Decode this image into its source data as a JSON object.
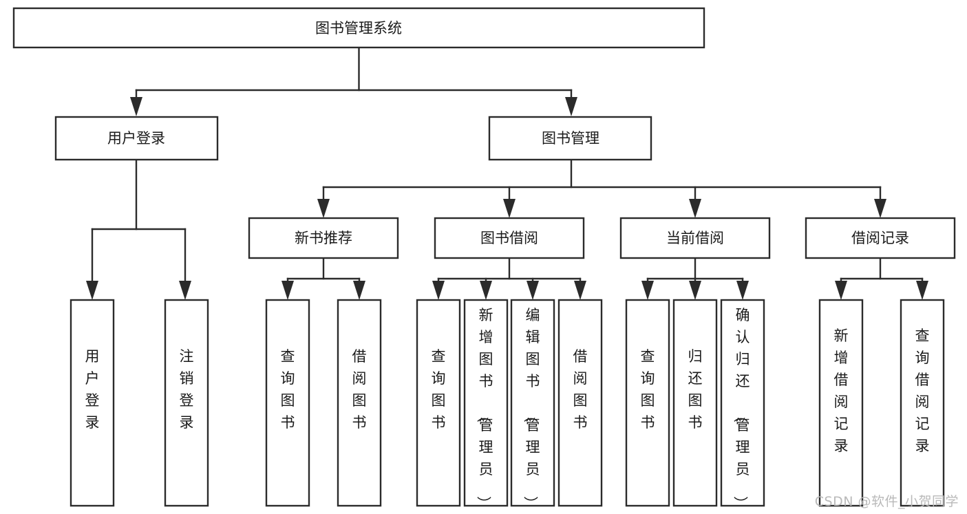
{
  "diagram": {
    "title": "图书管理系统",
    "type": "tree-hierarchy-diagram",
    "colors": {
      "box_stroke": "#2b2b2b",
      "box_fill": "#ffffff",
      "text": "#1a1a1a",
      "background": "#ffffff",
      "watermark": "#b9b9b9"
    },
    "root": {
      "label": "图书管理系统"
    },
    "level2": [
      {
        "label": "用户登录"
      },
      {
        "label": "图书管理"
      }
    ],
    "level3": [
      {
        "label": "新书推荐"
      },
      {
        "label": "图书借阅"
      },
      {
        "label": "当前借阅"
      },
      {
        "label": "借阅记录"
      }
    ],
    "leaves": {
      "user_login": [
        {
          "label": "用户登录",
          "chars": [
            "用",
            "户",
            "登",
            "录"
          ]
        },
        {
          "label": "注销登录",
          "chars": [
            "注",
            "销",
            "登",
            "录"
          ]
        }
      ],
      "new_book_recommend": [
        {
          "label": "查询图书",
          "chars": [
            "查",
            "询",
            "图",
            "书"
          ]
        },
        {
          "label": "借阅图书",
          "chars": [
            "借",
            "阅",
            "图",
            "书"
          ]
        }
      ],
      "book_borrow": [
        {
          "label": "查询图书",
          "chars": [
            "查",
            "询",
            "图",
            "书"
          ]
        },
        {
          "label": "新增图书（管理员）",
          "chars": [
            "新",
            "增",
            "图",
            "书",
            "（",
            "管",
            "理",
            "员",
            "）"
          ]
        },
        {
          "label": "编辑图书（管理员）",
          "chars": [
            "编",
            "辑",
            "图",
            "书",
            "（",
            "管",
            "理",
            "员",
            "）"
          ]
        },
        {
          "label": "借阅图书",
          "chars": [
            "借",
            "阅",
            "图",
            "书"
          ]
        }
      ],
      "current_borrow": [
        {
          "label": "查询图书",
          "chars": [
            "查",
            "询",
            "图",
            "书"
          ]
        },
        {
          "label": "归还图书",
          "chars": [
            "归",
            "还",
            "图",
            "书"
          ]
        },
        {
          "label": "确认归还（管理员）",
          "chars": [
            "确",
            "认",
            "归",
            "还",
            "（",
            "管",
            "理",
            "员",
            "）"
          ]
        }
      ],
      "borrow_record": [
        {
          "label": "新增借阅记录",
          "chars": [
            "新",
            "增",
            "借",
            "阅",
            "记",
            "录"
          ]
        },
        {
          "label": "查询借阅记录",
          "chars": [
            "查",
            "询",
            "借",
            "阅",
            "记",
            "录"
          ]
        }
      ]
    }
  },
  "watermark": {
    "text": "CSDN @软件_小贺同学"
  }
}
